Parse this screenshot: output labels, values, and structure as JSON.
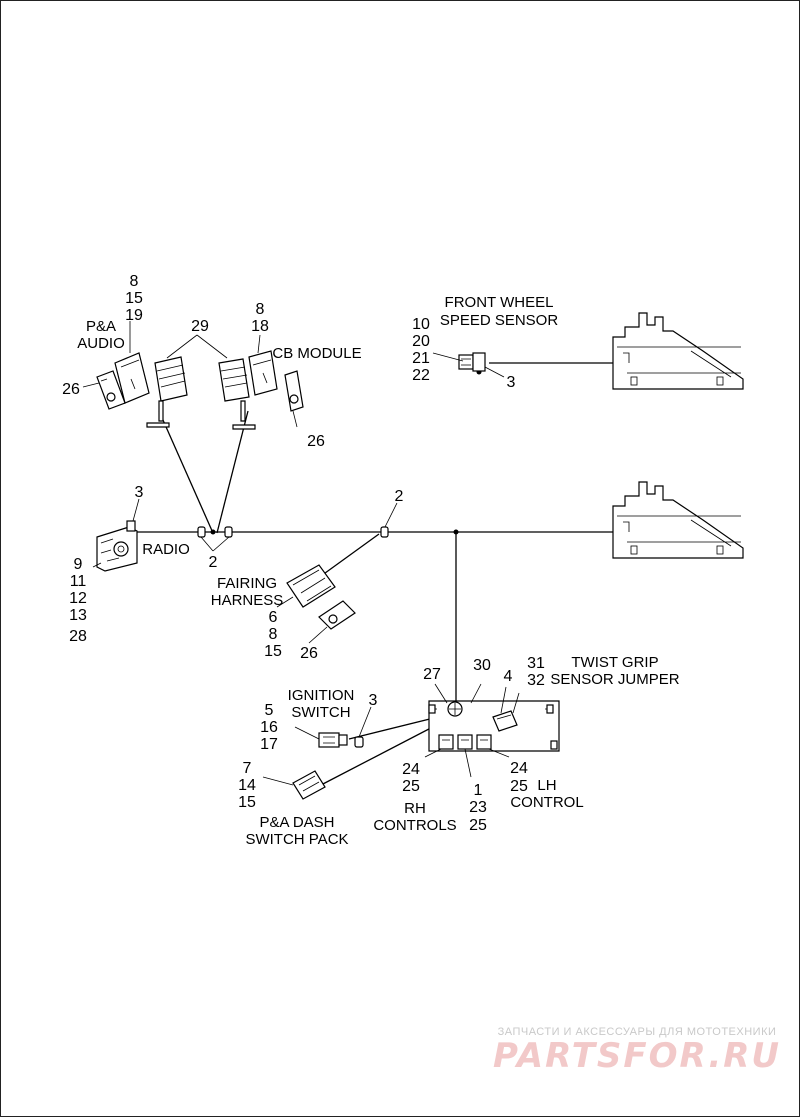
{
  "labels": {
    "pa_audio": [
      "P&A",
      "AUDIO"
    ],
    "cb_module": "CB MODULE",
    "front_wheel_speed_sensor": [
      "FRONT WHEEL",
      "SPEED SENSOR"
    ],
    "radio": "RADIO",
    "fairing_harness": [
      "FAIRING",
      "HARNESS"
    ],
    "ignition_switch": [
      "IGNITION",
      "SWITCH"
    ],
    "twist_grip_sensor_jumper": [
      "TWIST GRIP",
      "SENSOR JUMPER"
    ],
    "pa_dash_switch_pack": [
      "P&A DASH",
      "SWITCH PACK"
    ],
    "rh_controls": [
      "RH",
      "CONTROLS"
    ],
    "lh_control": [
      "LH",
      "CONTROL"
    ]
  },
  "callouts": {
    "pa_audio_refs": [
      "8",
      "15",
      "19"
    ],
    "pa_audio_mount": "26",
    "connector_pair": "29",
    "cb_module_refs": [
      "8",
      "18"
    ],
    "cb_module_mount": "26",
    "sensor_refs": [
      "10",
      "20",
      "21",
      "22"
    ],
    "sensor_clip": "3",
    "radio_clip": "3",
    "radio_refs": [
      "9",
      "11",
      "12",
      "13",
      "28"
    ],
    "splice_left": "2",
    "splice_right": "2",
    "fairing_refs": [
      "6",
      "8",
      "15"
    ],
    "fairing_mount": "26",
    "ref_27": "27",
    "ref_30": "30",
    "ref_4": "4",
    "twist_grip_refs": [
      "31",
      "32"
    ],
    "ignition_refs": [
      "5",
      "16",
      "17"
    ],
    "ignition_clip": "3",
    "dash_refs": [
      "7",
      "14",
      "15"
    ],
    "rh_refs": [
      "24",
      "25"
    ],
    "center_refs": [
      "1",
      "23",
      "25"
    ],
    "lh_refs": [
      "24",
      "25"
    ]
  },
  "watermark": {
    "line1": "ЗАПЧАСТИ И АКСЕССУАРЫ ДЛЯ МОТОТЕХНИКИ",
    "line2": "PARTSFOR.RU"
  }
}
